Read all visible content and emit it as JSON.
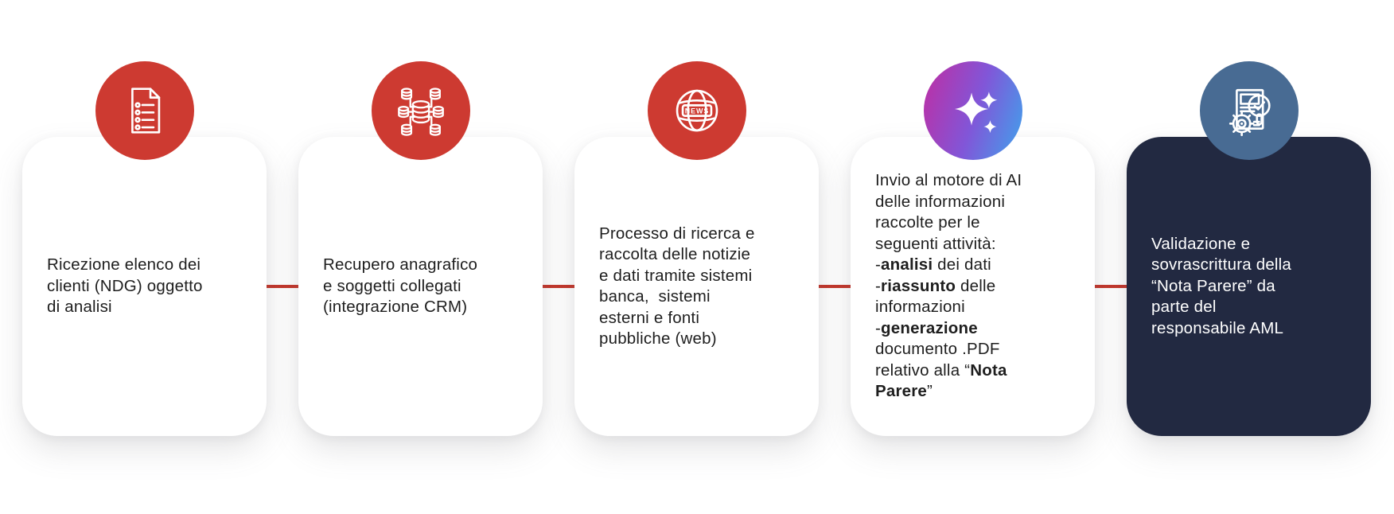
{
  "page": {
    "background": "#ffffff"
  },
  "colors": {
    "step_red": "#cd3a31",
    "connector_red": "#c3362b",
    "ai_gradient": "linear-gradient(108deg, #c02da2 0%, #8156d8 52%, #3fa3ec 100%)",
    "validation_blue": "#486b93",
    "dark_card_bg": "#222941",
    "card_bg": "#ffffff",
    "text_dark": "#1e1e1e",
    "text_light": "#ffffff"
  },
  "icons": {
    "news_label": "NEWS"
  },
  "steps": [
    {
      "icon": "document-checklist-icon",
      "text": "Ricezione elenco dei\nclienti (NDG) oggetto\ndi analisi"
    },
    {
      "icon": "database-network-icon",
      "text": "Recupero anagrafico\ne soggetti collegati\n(integrazione CRM)"
    },
    {
      "icon": "news-globe-icon",
      "text": "Processo di ricerca e\nraccolta delle notizie\ne dati tramite sistemi\nbanca,  sistemi\nesterni e fonti\npubbliche (web)"
    },
    {
      "icon": "ai-sparkles-icon",
      "segments": [
        {
          "text": "Invio al motore di AI\ndelle informazioni\nraccolte per le\nseguenti attività:\n-",
          "bold": false
        },
        {
          "text": "analisi",
          "bold": true
        },
        {
          "text": " dei dati\n-",
          "bold": false
        },
        {
          "text": "riassunto",
          "bold": true
        },
        {
          "text": " delle\ninformazioni\n-",
          "bold": false
        },
        {
          "text": "generazione",
          "bold": true
        },
        {
          "text": "\ndocumento .PDF\nrelativo alla “",
          "bold": false
        },
        {
          "text": "Nota\nParere",
          "bold": true
        },
        {
          "text": "”",
          "bold": false
        }
      ]
    },
    {
      "icon": "validation-review-icon",
      "text": "Validazione e\nsovrascrittura della\n“Nota Parere” da\nparte del\nresponsabile AML"
    }
  ]
}
